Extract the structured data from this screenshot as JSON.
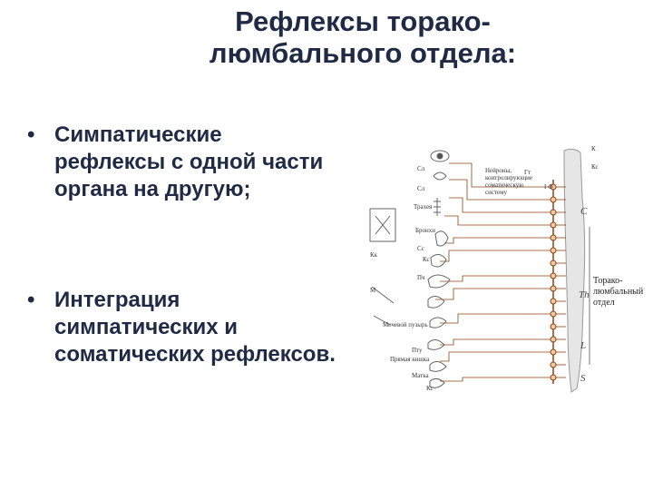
{
  "title": {
    "line1": "Рефлексы торако-",
    "line2": "люмбального отдела:"
  },
  "bullets": [
    {
      "marker": "•",
      "text": "Симпатические рефлексы с одной части органа на другую;"
    },
    {
      "marker": "•",
      "text": "Интеграция симпатических и соматических рефлексов."
    }
  ],
  "diagram": {
    "organs": [
      "Сл",
      "Сл",
      "Трахея",
      "Бронхи",
      "Кк",
      "Сс",
      "Кс",
      "Пч",
      "М",
      "Мочевой пузырь",
      "Пту",
      "Прямая кишка",
      "Матка",
      "Кс"
    ],
    "note": [
      "Нейроны,",
      "контролирующие",
      "соматическую",
      "систему"
    ],
    "spine_labels": [
      "C",
      "Th",
      "L",
      "S"
    ],
    "region_label": [
      "Торако-",
      "люмбальный",
      "отдел"
    ],
    "label_if": "I Ф",
    "label_k": "К",
    "label_kc": "Кс",
    "label_gt": "Гт"
  }
}
